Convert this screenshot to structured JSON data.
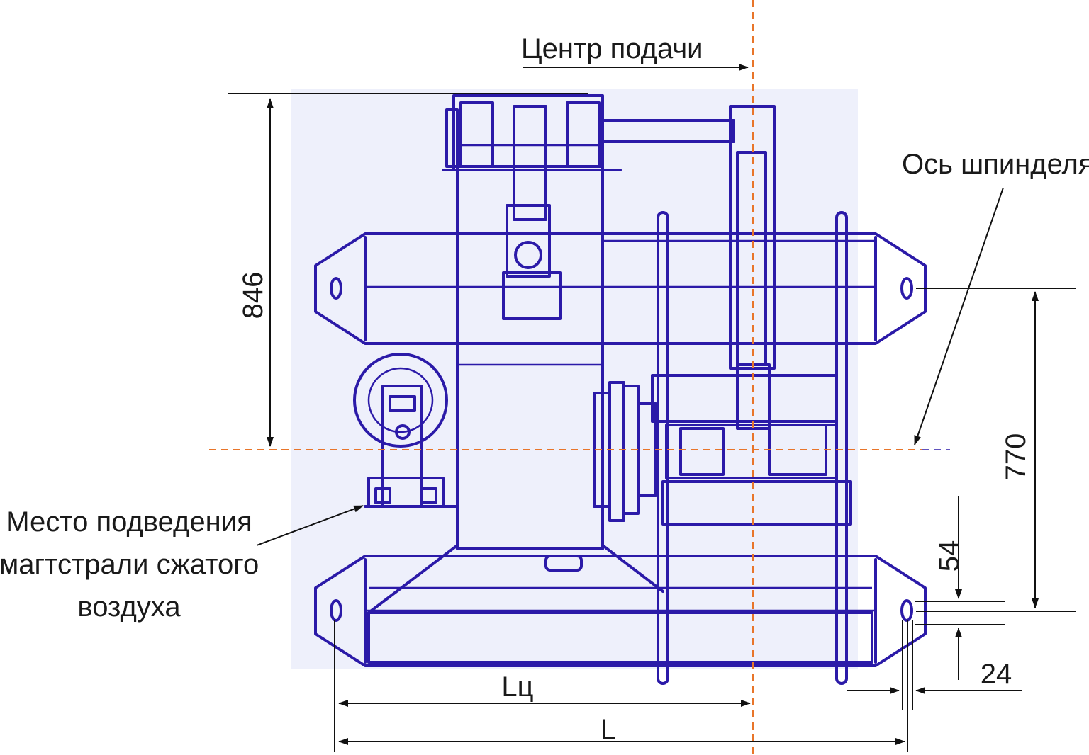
{
  "labels": {
    "feed_center": "Центр подачи",
    "spindle_axis": "Ось шпинделя",
    "air_line_1": "Место подведения",
    "air_line_2": "магтстрали сжатого",
    "air_line_3": "воздуха"
  },
  "dimensions": {
    "height_846": "846",
    "height_770": "770",
    "offset_54": "54",
    "offset_24": "24",
    "length_lc": "Lц",
    "length_l": "L"
  },
  "colors": {
    "machine": "#2b1aa8",
    "axis_line": "#e8752a",
    "dimension": "#111111",
    "background_tint": "#eef0fb"
  }
}
